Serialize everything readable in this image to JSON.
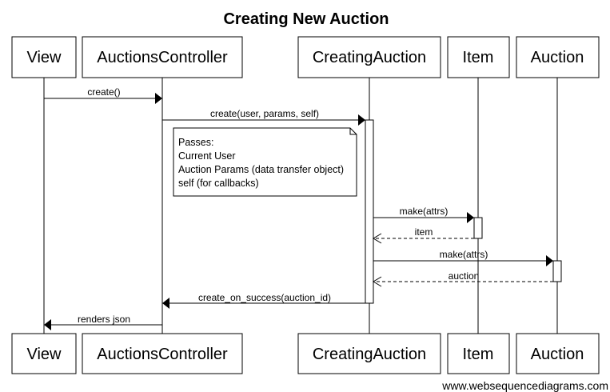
{
  "title": "Creating New Auction",
  "participants": {
    "view": "View",
    "controller": "AuctionsController",
    "creating": "CreatingAuction",
    "item": "Item",
    "auction": "Auction"
  },
  "messages": {
    "m1": "create()",
    "m2": "create(user, params, self)",
    "m3": "make(attrs)",
    "m4": "item",
    "m5": "make(attrs)",
    "m6": "auction",
    "m7": "create_on_success(auction_id)",
    "m8": "renders json"
  },
  "note": {
    "line1": "Passes:",
    "line2": "Current User",
    "line3": "Auction Params (data transfer object)",
    "line4": "self (for callbacks)"
  },
  "watermark": "www.websequencediagrams.com"
}
